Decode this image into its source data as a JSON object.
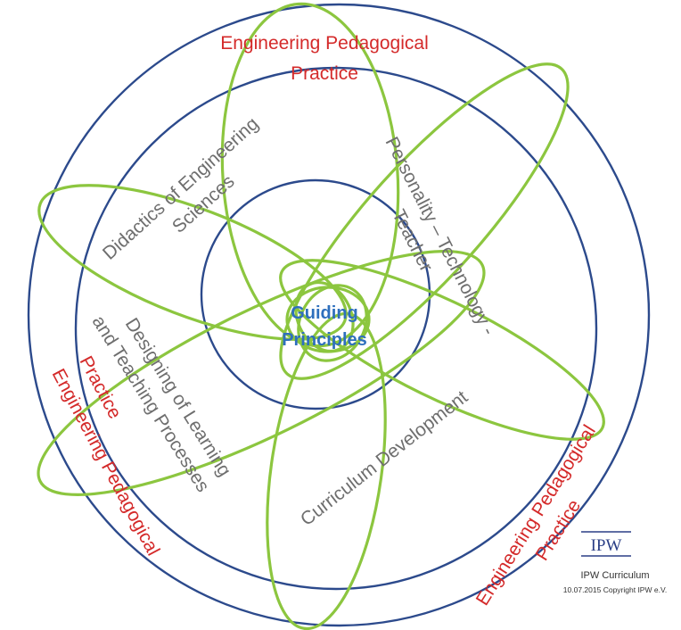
{
  "diagram": {
    "outer_ring_labels": {
      "top": [
        "Engineering Pedagogical",
        "Practice"
      ],
      "left": [
        "Engineering Pedagogical",
        "Practice"
      ],
      "right": [
        "Engineering Pedagogical",
        "Practice"
      ]
    },
    "middle_ring_labels": {
      "didactics": [
        "Didactics of Engineering",
        "Sciences"
      ],
      "personality": [
        "Personality – Technology -",
        "Teacher"
      ],
      "designing": [
        "Designing of Learning",
        "and Teaching Processes"
      ],
      "curriculum": "Curriculum Development"
    },
    "core_label": [
      "Guiding",
      "Principles"
    ],
    "logo": "IPW",
    "caption": {
      "title": "IPW Curriculum",
      "date_copyright": "10.07.2015 Copyright IPW e.V."
    },
    "colors": {
      "circles": "#2c4a8c",
      "ellipses": "#8cc63f",
      "outer_labels": "#d42a2a",
      "ring_labels": "#6e6e6e",
      "core": "#2e6fbd"
    }
  }
}
